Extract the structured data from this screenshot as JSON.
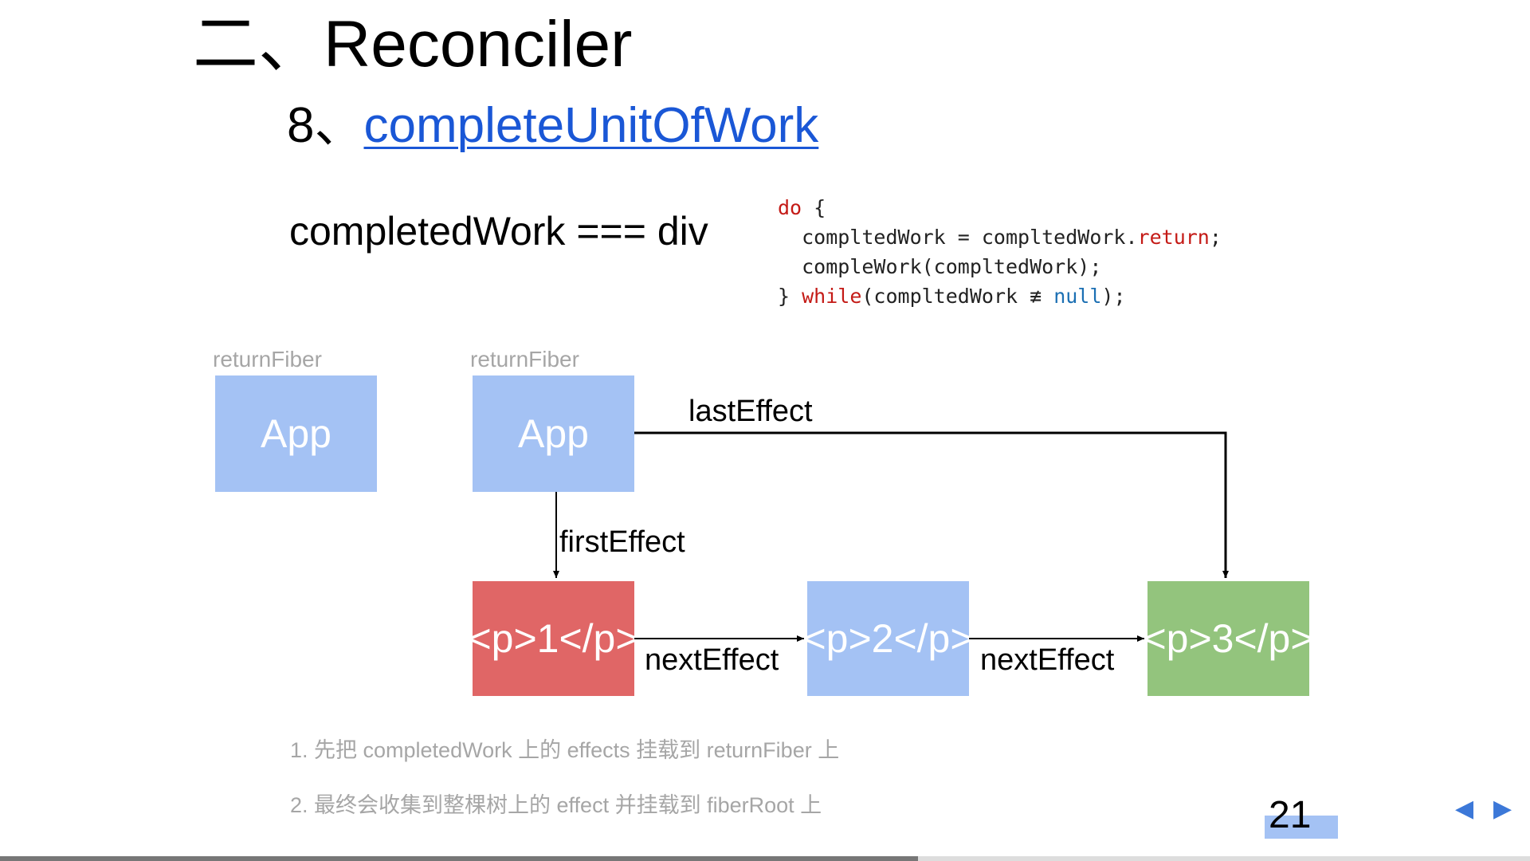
{
  "slide": {
    "title": "二、Reconciler",
    "subtitle_prefix": "8、",
    "subtitle_link": "completeUnitOfWork",
    "condition": "completedWork === div"
  },
  "code": {
    "line1_kw": "do",
    "line1_rest": " {",
    "line2_a": "  compltedWork = compltedWork.",
    "line2_kw": "return",
    "line2_b": ";",
    "line3": "  compleWork(compltedWork);",
    "line4_a": "} ",
    "line4_kw": "while",
    "line4_b": "(compltedWork ≢ ",
    "line4_lit": "null",
    "line4_c": ");"
  },
  "diagram": {
    "return_fiber_label_1": "returnFiber",
    "return_fiber_label_2": "returnFiber",
    "app_box_1": "App",
    "app_box_2": "App",
    "p1_box": "<p>1</p>",
    "p2_box": "<p>2</p>",
    "p3_box": "<p>3</p>",
    "last_effect_label": "lastEffect",
    "first_effect_label": "firstEffect",
    "next_effect_label_1": "nextEffect",
    "next_effect_label_2": "nextEffect"
  },
  "notes": [
    "1. 先把 completedWork 上的 effects 挂载到 returnFiber 上",
    "2. 最终会收集到整棵树上的 effect 并挂载到 fiberRoot 上"
  ],
  "footer": {
    "page_number": "21",
    "prev_icon": "◀",
    "next_icon": "▶",
    "progress": 0.6
  },
  "colors": {
    "link": "#1a57d6",
    "blue_box": "#a4c2f4",
    "red_box": "#e06666",
    "green_box": "#93c47d",
    "keyword": "#c41a16",
    "literal": "#1b6fb3",
    "muted_text": "#a6a6a6"
  }
}
